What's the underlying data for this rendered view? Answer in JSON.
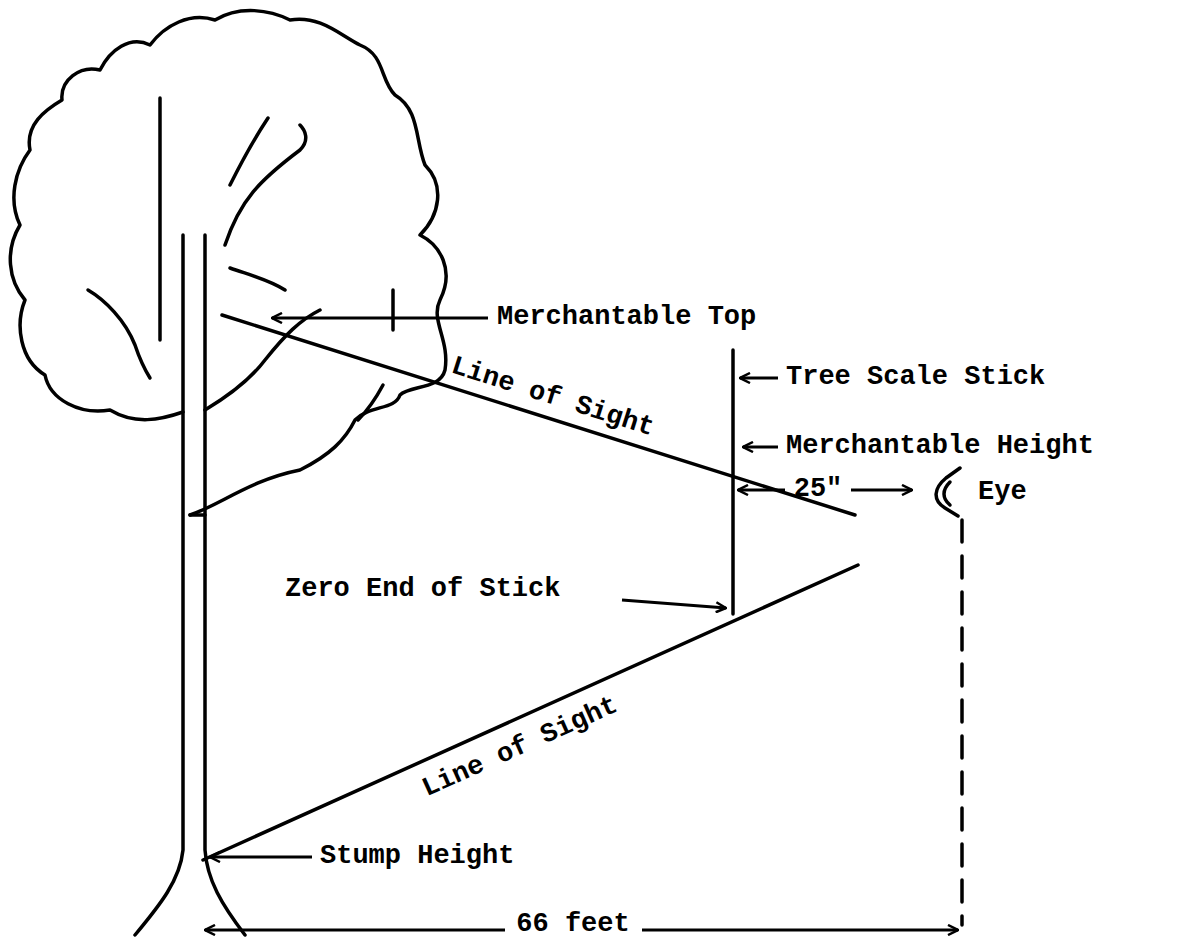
{
  "diagram": {
    "labels": [
      "Merchantable Top",
      "Line of Sight",
      "Tree Scale Stick",
      "Merchantable Height",
      "25\"",
      "Eye",
      "Zero End of Stick",
      "Line of Sight",
      "Stump Height",
      "66 feet"
    ]
  }
}
